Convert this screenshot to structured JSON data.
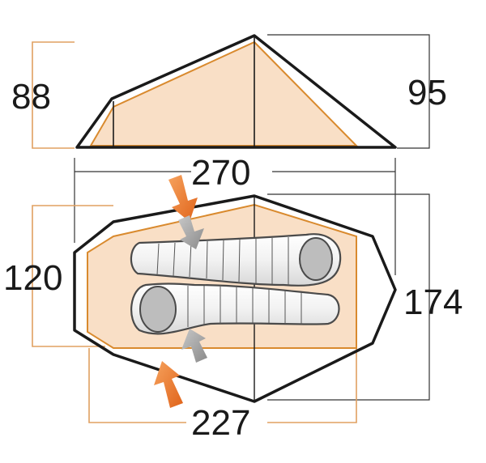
{
  "labels": {
    "height_rear": "88",
    "height_peak": "95",
    "length_total": "270",
    "width_total": "120",
    "width_outer": "174",
    "length_inner": "227"
  },
  "colors": {
    "outline": "#1a1a1a",
    "inner_fill": "#f9dfc6",
    "inner_line": "#d98a2e",
    "dim_line_orange": "#e0a060",
    "dim_line_dark": "#333333",
    "arrow_orange": "#e8731f",
    "arrow_grey": "#9a9a9a",
    "bag_fill": "#f4f4f4",
    "bag_stroke": "#4a4a4a",
    "hood_fill": "#bdbdbd"
  },
  "icons": {
    "entry_arrows": "arrow-icon",
    "sleeping_bags": "sleeping-bag-icon"
  }
}
